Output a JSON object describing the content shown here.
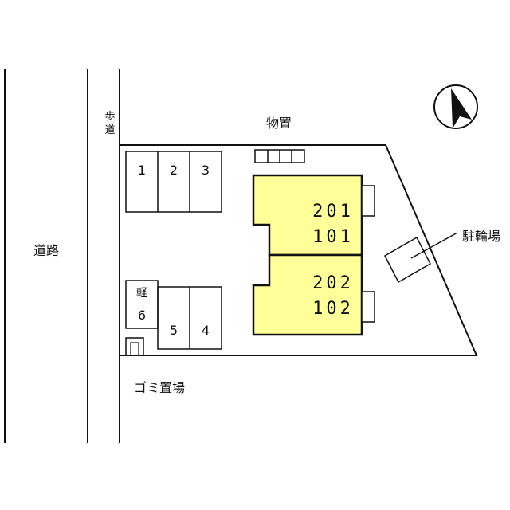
{
  "labels": {
    "road": "道路",
    "sidewalk_1": "歩",
    "sidewalk_2": "道",
    "storage": "物置",
    "bicycle_parking": "駐輪場",
    "garbage": "ゴミ置場"
  },
  "parking": {
    "slot_1": "1",
    "slot_2": "2",
    "slot_3": "3",
    "kei_label": "軽",
    "slot_6": "6",
    "slot_5": "5",
    "slot_4": "4"
  },
  "units": {
    "upper_top": "201",
    "upper_bottom": "101",
    "lower_top": "202",
    "lower_bottom": "102"
  },
  "colors": {
    "building_fill": "#ffff99",
    "line": "#111111",
    "background": "#ffffff"
  },
  "icons": {
    "north": "north-arrow-icon"
  }
}
